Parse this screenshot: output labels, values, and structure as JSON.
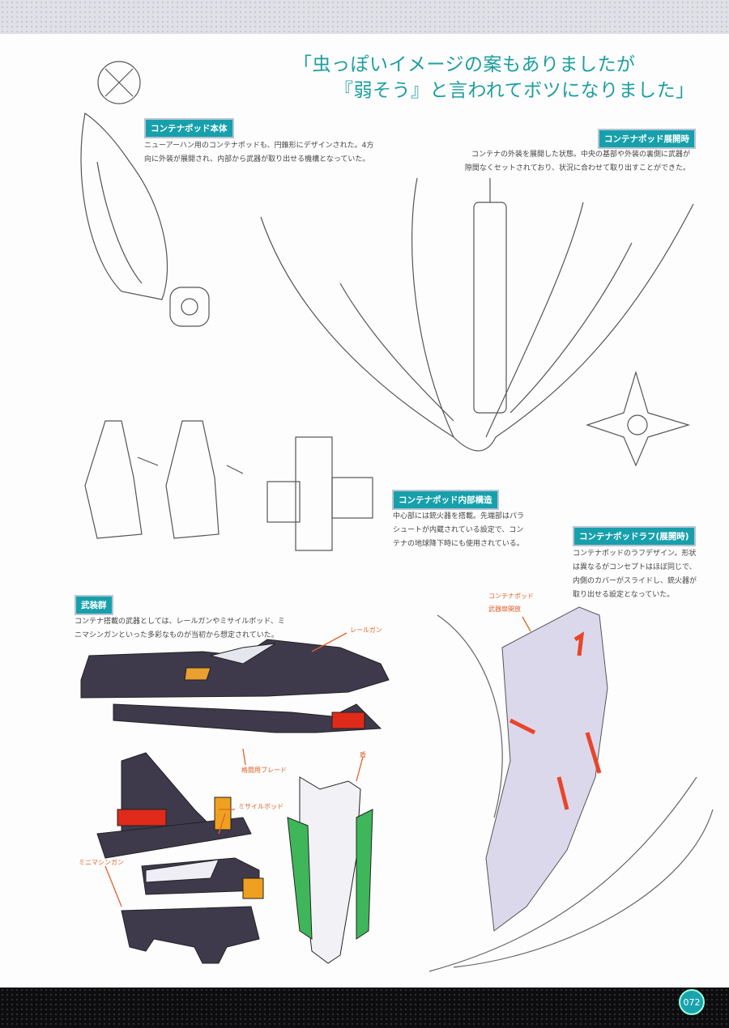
{
  "title": {
    "line1": "「虫っぽいイメージの案もありましたが",
    "line2": "『弱そう』と言われてボツになりました」"
  },
  "sections": [
    {
      "label": "コンテナポッド本体",
      "lines": [
        "ニューアーハン用のコンテナポッドも、円錐形にデザインされた。4方",
        "向に外装が展開され、内部から武器が取り出せる機構となっていた。"
      ]
    },
    {
      "label": "コンテナポッド展開時",
      "lines": [
        "コンテナの外装を展開した状態。中央の基部や外装の裏側に武器が",
        "隙間なくセットされており、状況に合わせて取り出すことができた。"
      ]
    },
    {
      "label": "コンテナポッド内部構造",
      "lines": [
        "中心部には銃火器を搭載。先端部はパラ",
        "シュートが内蔵されている設定で、コン",
        "テナの地球降下時にも使用されている。"
      ]
    },
    {
      "label": "コンテナポッドラフ(展開時)",
      "lines": [
        "コンテナポッドのラフデザイン。形状",
        "は異なるがコンセプトはほぼ同じで、",
        "内側のカバーがスライドし、銃火器が",
        "取り出せる設定となっていた。"
      ]
    },
    {
      "label": "武装群",
      "lines": [
        "コンテナ搭載の武器としては、レールガンやミサイルボッド、ミ",
        "ニマシンガンといった多彩なものが当初から想定されていた。"
      ]
    }
  ],
  "annotations": {
    "railgun": "レールガン",
    "blade": "格闘用ブレード",
    "missile": "ミサイルボッド",
    "minigun": "ミニマシンガン",
    "shield": "盾",
    "pod1": "コンテナポッド",
    "pod2": "武器扉開放"
  },
  "page_number": "072",
  "colors": {
    "accent": "#17a0ab",
    "note": "#e0622a"
  }
}
